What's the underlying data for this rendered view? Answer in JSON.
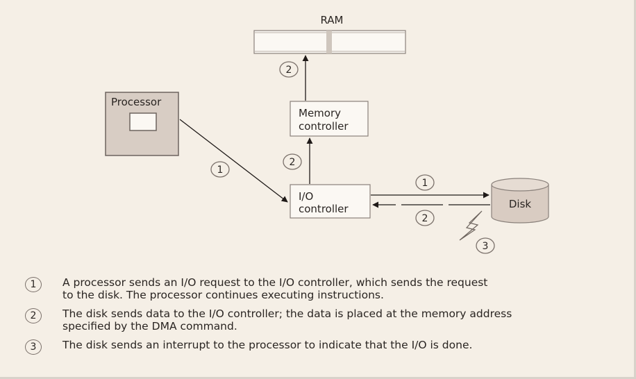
{
  "nodes": {
    "ram": "RAM",
    "processor": "Processor",
    "memory_controller": [
      "Memory",
      "controller"
    ],
    "io_controller": [
      "I/O",
      "controller"
    ],
    "disk": "Disk"
  },
  "step_markers": {
    "processor_to_io": "1",
    "io_to_memctrl": "2",
    "memctrl_to_ram": "2",
    "io_to_disk": "1",
    "disk_to_io": "2",
    "interrupt": "3"
  },
  "legend": [
    {
      "num": "1",
      "lines": [
        "A processor sends an I/O request to the I/O controller, which sends the request",
        "to the disk. The processor continues executing instructions."
      ]
    },
    {
      "num": "2",
      "lines": [
        "The disk sends data to the I/O controller; the data is placed at the memory address",
        "specified by the DMA command."
      ]
    },
    {
      "num": "3",
      "lines": [
        "The disk sends an interrupt to the processor to indicate that the I/O is done."
      ]
    }
  ],
  "colors": {
    "background": "#f5efe6",
    "processor_fill": "#d8cdc4",
    "disk_fill": "#d9ccc2",
    "ram_slot": "#cfc6bd",
    "stroke": "#3a3330"
  }
}
